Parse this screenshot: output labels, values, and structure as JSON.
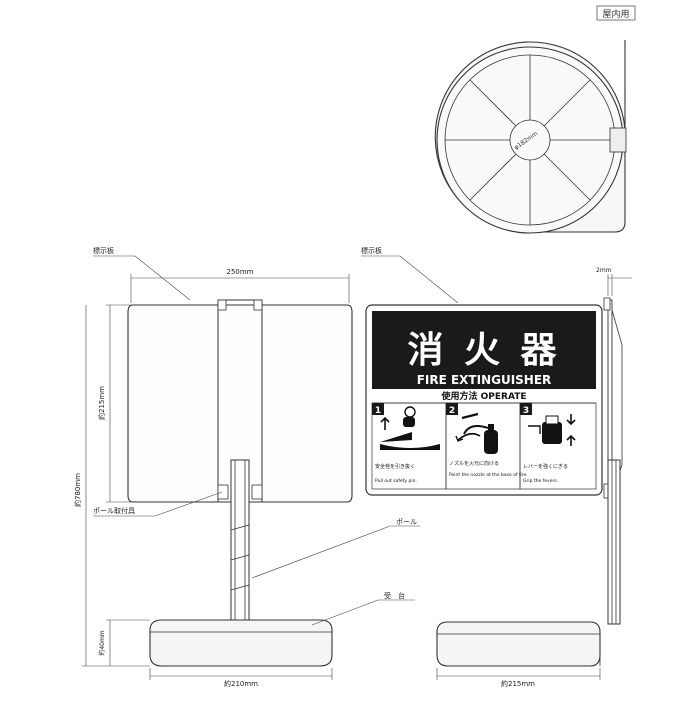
{
  "badge": {
    "indoor": "屋内用"
  },
  "top_view": {
    "diameter": "φ182mm"
  },
  "labels": {
    "sign_board_left": "標示板",
    "sign_board_right": "標示板",
    "pole_bracket": "ポール取付具",
    "pole": "ポール",
    "base": "受　台"
  },
  "dimensions": {
    "width_250": "250mm",
    "height_215": "約215mm",
    "height_780": "約780mm",
    "height_40": "約40mm",
    "base_210": "約210mm",
    "base_215": "約215mm",
    "thickness_2": "2mm"
  },
  "sign": {
    "kanji": "消 火 器",
    "english": "FIRE EXTINGUISHER",
    "method": "使用方法  OPERATE",
    "steps": [
      {
        "num": "1",
        "jp": "安全栓を引き抜く",
        "en": "Pull out safety pin."
      },
      {
        "num": "2",
        "jp": "ノズルを火元に向ける",
        "en": "Point the nozzle at the base of fire."
      },
      {
        "num": "3",
        "jp": "レバーを強くにぎる",
        "en": "Grip the fevers."
      }
    ]
  },
  "colors": {
    "sign_black": "#1a1a1a",
    "line": "#333333"
  }
}
